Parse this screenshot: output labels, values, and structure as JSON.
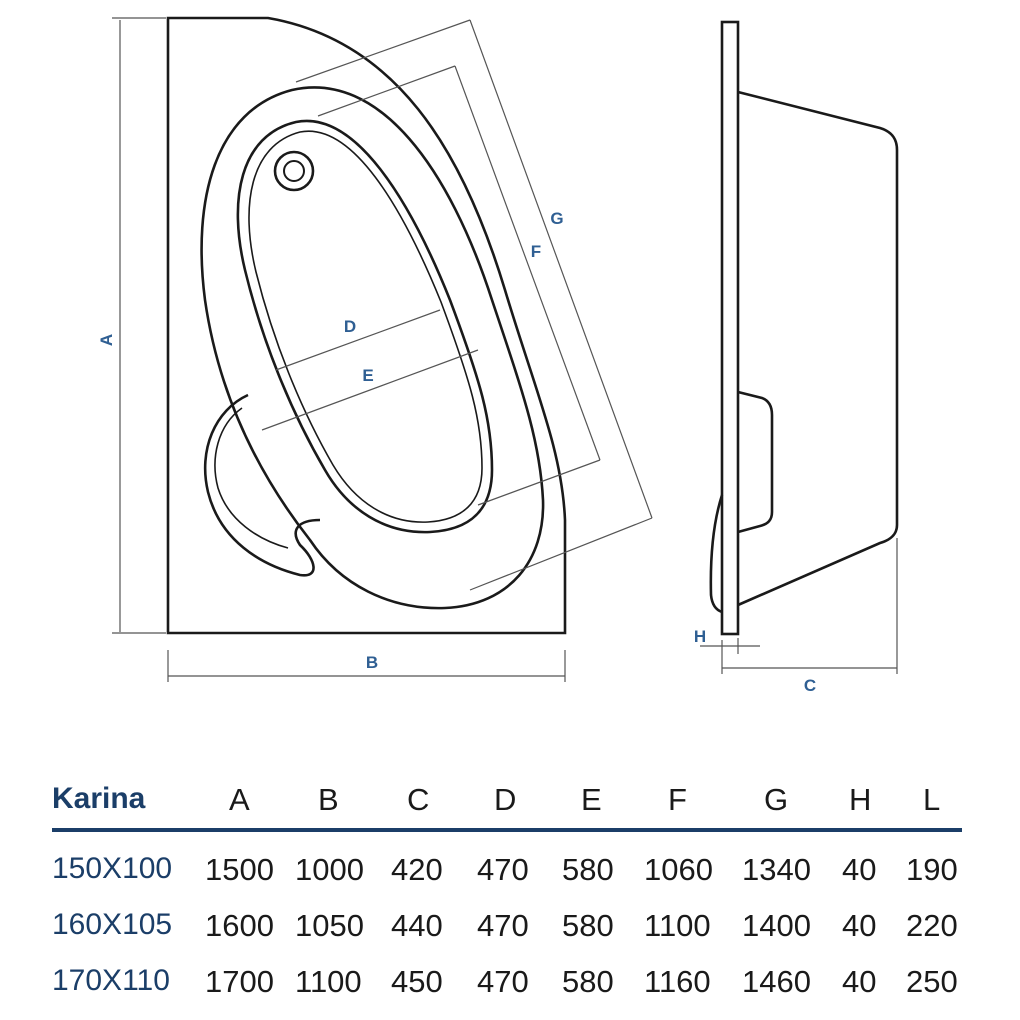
{
  "diagram": {
    "dimension_labels": {
      "A": "A",
      "B": "B",
      "C": "C",
      "D": "D",
      "E": "E",
      "F": "F",
      "G": "G",
      "H": "H"
    },
    "line_color": "#1a1a1a",
    "label_color": "#2f5f93"
  },
  "table": {
    "title": "Karina",
    "columns": [
      "A",
      "B",
      "C",
      "D",
      "E",
      "F",
      "G",
      "H",
      "L"
    ],
    "rows": [
      {
        "model": "150X100",
        "values": [
          "1500",
          "1000",
          "420",
          "470",
          "580",
          "1060",
          "1340",
          "40",
          "190"
        ]
      },
      {
        "model": "160X105",
        "values": [
          "1600",
          "1050",
          "440",
          "470",
          "580",
          "1100",
          "1400",
          "40",
          "220"
        ]
      },
      {
        "model": "170X110",
        "values": [
          "1700",
          "1100",
          "450",
          "470",
          "580",
          "1160",
          "1460",
          "40",
          "250"
        ]
      }
    ],
    "header_color": "#1b3e68",
    "rule_color": "#1b3e68"
  }
}
